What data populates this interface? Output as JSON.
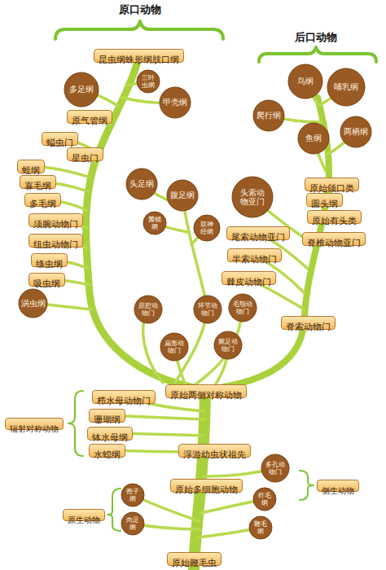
{
  "diagram": {
    "nodes": [
      {
        "text": [
          "昆虫纲蛛形纲肢口纲"
        ]
      },
      {
        "text": [
          "多足纲"
        ]
      },
      {
        "text": [
          "三叶虫纲"
        ]
      },
      {
        "text": [
          "甲壳纲"
        ]
      },
      {
        "text": [
          "鸟纲"
        ]
      },
      {
        "text": [
          "哺乳纲"
        ]
      },
      {
        "text": [
          "原气管纲"
        ]
      },
      {
        "text": [
          "爬行纲"
        ]
      },
      {
        "text": [
          "两栖纲"
        ]
      },
      {
        "text": [
          "鱼纲"
        ]
      },
      {
        "text": [
          "螠虫门"
        ]
      },
      {
        "text": [
          "星虫门"
        ]
      },
      {
        "text": [
          "蛭纲"
        ]
      },
      {
        "text": [
          "寡毛纲"
        ]
      },
      {
        "text": [
          "头足纲"
        ]
      },
      {
        "text": [
          "原始颌口类"
        ]
      },
      {
        "text": [
          "腹足纲"
        ]
      },
      {
        "text": [
          "头索动物亚门"
        ]
      },
      {
        "text": [
          "多毛纲"
        ]
      },
      {
        "text": [
          "圆头纲"
        ]
      },
      {
        "text": [
          "原始有头类"
        ]
      },
      {
        "text": [
          "须腕动物门"
        ]
      },
      {
        "text": [
          "瓣鳃纲"
        ]
      },
      {
        "text": [
          "双神经纲"
        ]
      },
      {
        "text": [
          "尾索动物亚门"
        ]
      },
      {
        "text": [
          "脊椎动物亚门"
        ]
      },
      {
        "text": [
          "纽虫动物门"
        ]
      },
      {
        "text": [
          "半索动物门"
        ]
      },
      {
        "text": [
          "绦虫纲"
        ]
      },
      {
        "text": [
          "棘皮动物门"
        ]
      },
      {
        "text": [
          "吸虫纲"
        ]
      },
      {
        "text": [
          "涡虫纲"
        ]
      },
      {
        "text": [
          "原腔动物门"
        ]
      },
      {
        "text": [
          "环节动物门"
        ]
      },
      {
        "text": [
          "毛颚动物门"
        ]
      },
      {
        "text": [
          "脊索动物门"
        ]
      },
      {
        "text": [
          "扁形动物门"
        ]
      },
      {
        "text": [
          "腕足动物门"
        ]
      },
      {
        "text": [
          "原始两侧对称动物"
        ]
      },
      {
        "text": [
          "栉水母动物门"
        ]
      },
      {
        "text": [
          "珊瑚纲"
        ]
      },
      {
        "text": [
          "辐射对称动物"
        ]
      },
      {
        "text": [
          "钵水母纲"
        ]
      },
      {
        "text": [
          "水螅纲"
        ]
      },
      {
        "text": [
          "浮游幼虫状祖先"
        ]
      },
      {
        "text": [
          "多孔动物门"
        ]
      },
      {
        "text": [
          "原始多细胞动物"
        ]
      },
      {
        "text": [
          "侧生动物"
        ]
      },
      {
        "text": [
          "孢子纲"
        ]
      },
      {
        "text": [
          "纤毛纲"
        ]
      },
      {
        "text": [
          "原生动物"
        ]
      },
      {
        "text": [
          "肉足纲"
        ]
      },
      {
        "text": [
          "鞭毛纲"
        ]
      },
      {
        "text": [
          "原始鞭毛虫"
        ]
      }
    ],
    "labels": [
      "原口动物",
      "后口动物"
    ]
  }
}
